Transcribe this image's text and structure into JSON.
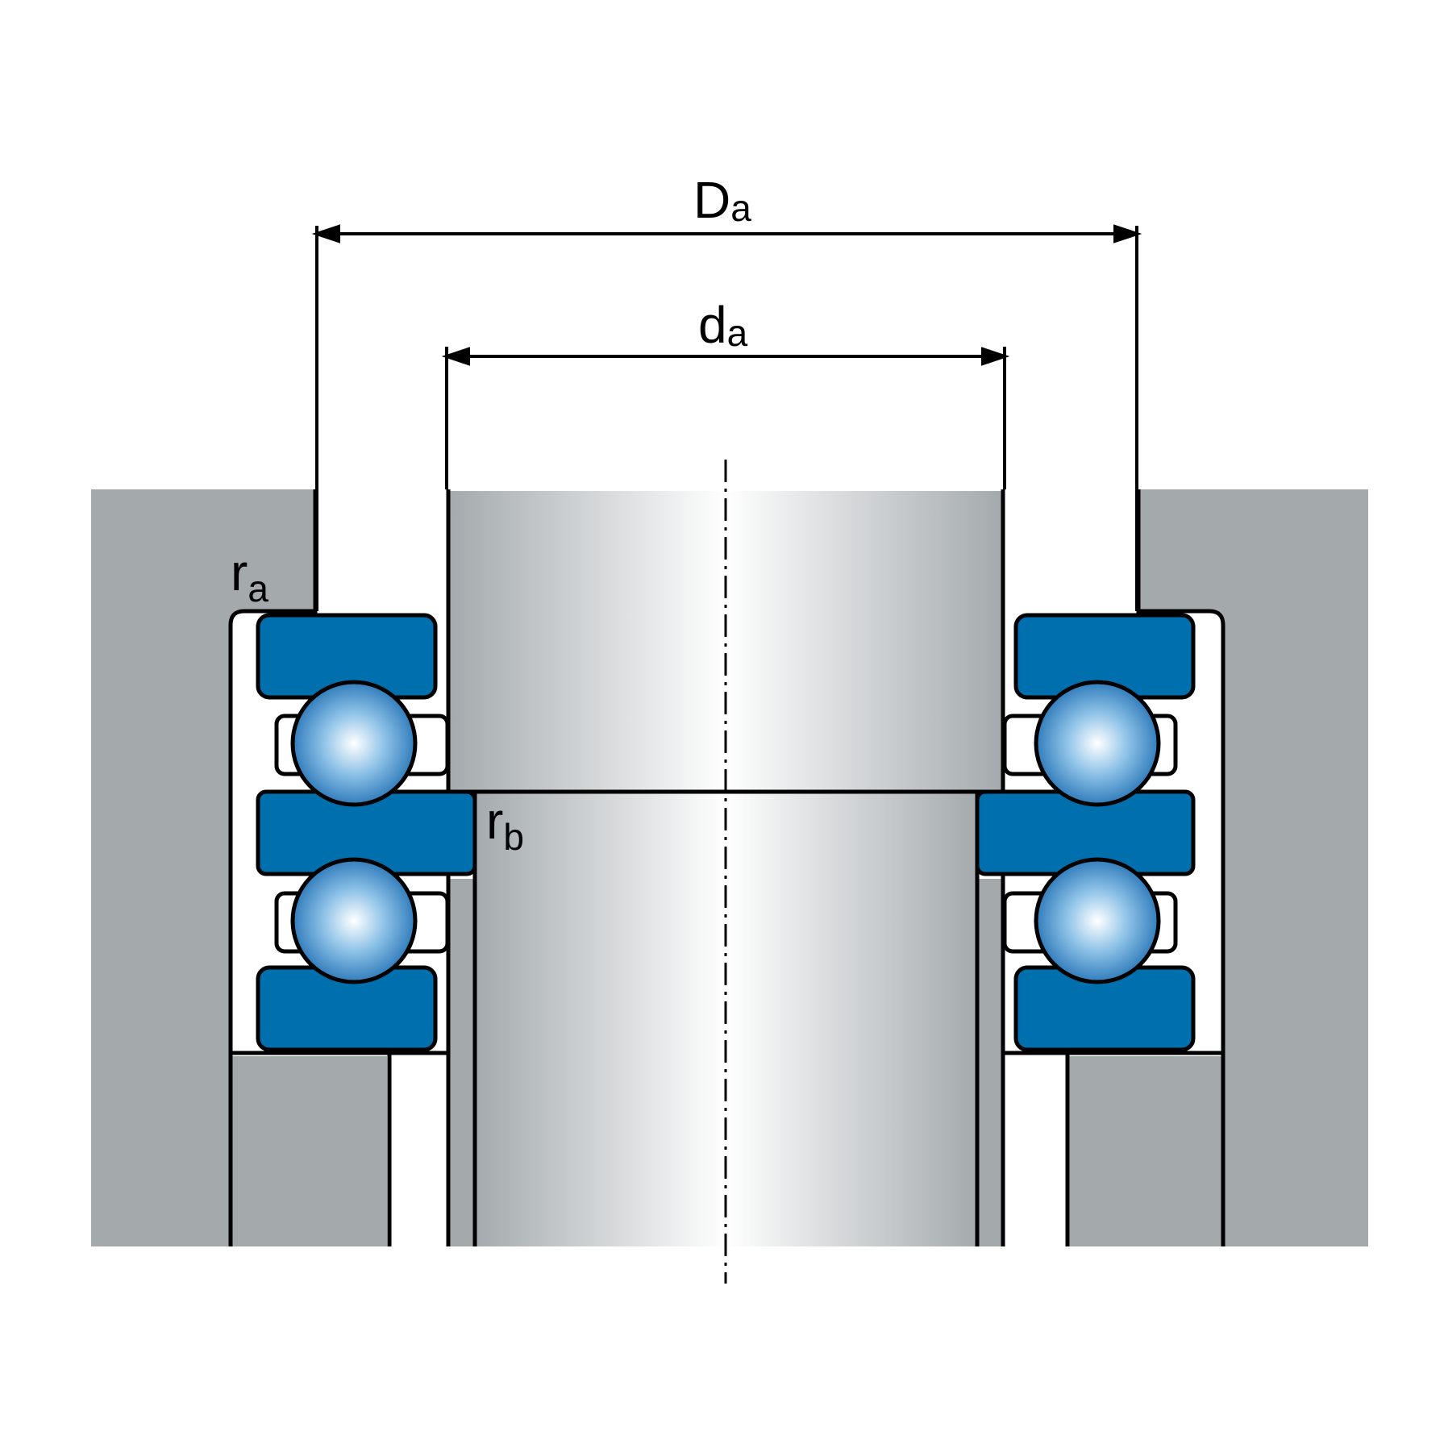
{
  "dimensions": {
    "outer": {
      "main": "D",
      "sub": "a"
    },
    "inner": {
      "main": "d",
      "sub": "a"
    }
  },
  "fillets": {
    "housing": {
      "main": "r",
      "sub": "a"
    },
    "shaft": {
      "main": "r",
      "sub": "b"
    }
  },
  "colors": {
    "housing": "#a4aaac",
    "ring": "#006fae",
    "outline": "#000000",
    "background": "#ffffff"
  }
}
